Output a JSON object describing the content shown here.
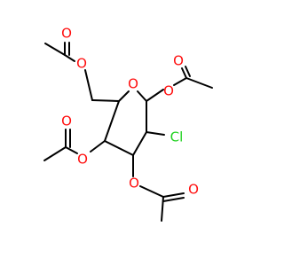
{
  "molecule": {
    "atoms": {
      "oxygen_acetyl_top_left": "O",
      "oxygen_ester_top_left": "O",
      "oxygen_acetyl_top_right": "O",
      "oxygen_ring": "O",
      "oxygen_ester_top_right": "O",
      "oxygen_ester_mid_left": "O",
      "oxygen_acetyl_mid_left": "O",
      "chlorine": "Cl",
      "oxygen_ester_bottom": "O",
      "oxygen_acetyl_bottom": "O"
    }
  },
  "colors": {
    "bond": "#000000",
    "oxygen": "#ff0d0d",
    "chlorine": "#1fd11f"
  }
}
